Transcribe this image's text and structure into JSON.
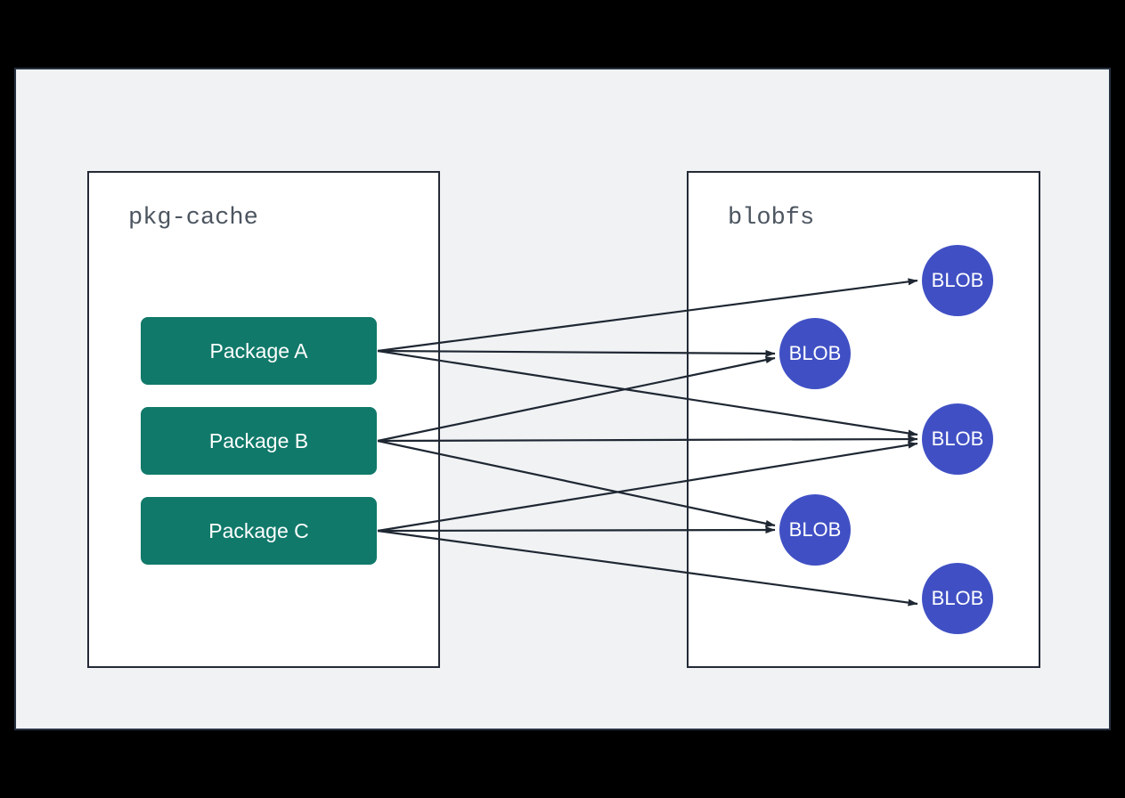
{
  "page": {
    "title": "pkg-cache to blobfs package-blob mapping diagram",
    "background_color": "#000000",
    "canvas_color": "#F0F2F4",
    "canvas_border_color": "#263140"
  },
  "groups": [
    {
      "id": "pkg-cache",
      "label": "pkg-cache",
      "panel_fill": "#FFFFFF",
      "panel_border": "#242A36"
    },
    {
      "id": "blobfs",
      "label": "blobfs",
      "panel_fill": "#FFFFFF",
      "panel_border": "#242A36"
    }
  ],
  "packages": [
    {
      "id": "pkg-a",
      "label": "Package A",
      "color": "#10796A"
    },
    {
      "id": "pkg-b",
      "label": "Package B",
      "color": "#10796A"
    },
    {
      "id": "pkg-c",
      "label": "Package C",
      "color": "#10796A"
    }
  ],
  "blobs": [
    {
      "id": "blob-1",
      "label": "BLOB",
      "color": "#4050C4"
    },
    {
      "id": "blob-2",
      "label": "BLOB",
      "color": "#4050C4"
    },
    {
      "id": "blob-3",
      "label": "BLOB",
      "color": "#4050C4"
    },
    {
      "id": "blob-4",
      "label": "BLOB",
      "color": "#4050C4"
    },
    {
      "id": "blob-5",
      "label": "BLOB",
      "color": "#4050C4"
    }
  ],
  "edges": [
    {
      "from": "pkg-a",
      "to": "blob-1",
      "arrow": "end"
    },
    {
      "from": "pkg-a",
      "to": "blob-2",
      "arrow": "end"
    },
    {
      "from": "pkg-a",
      "to": "blob-3",
      "arrow": "end"
    },
    {
      "from": "pkg-b",
      "to": "blob-2",
      "arrow": "end"
    },
    {
      "from": "pkg-b",
      "to": "blob-3",
      "arrow": "end"
    },
    {
      "from": "pkg-b",
      "to": "blob-4",
      "arrow": "end"
    },
    {
      "from": "pkg-c",
      "to": "blob-3",
      "arrow": "end"
    },
    {
      "from": "pkg-c",
      "to": "blob-4",
      "arrow": "end"
    },
    {
      "from": "pkg-c",
      "to": "blob-5",
      "arrow": "end"
    }
  ],
  "edge_color": "#1E2732"
}
